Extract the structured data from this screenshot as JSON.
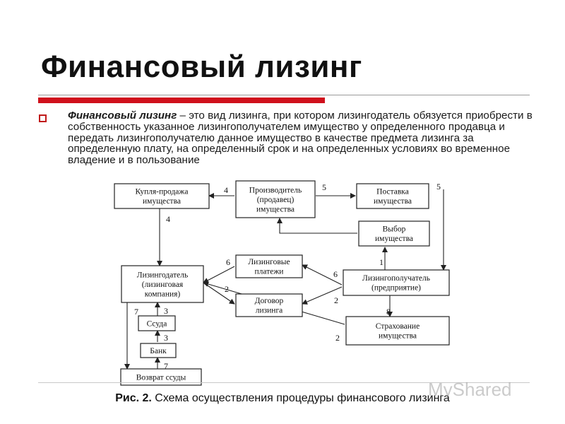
{
  "slide": {
    "title": "Финансовый лизинг",
    "definition_term": "Финансовый лизинг",
    "definition_text": " – это вид лизинга, при котором лизингодатель обязуется приобрести в собственность указанное лизингополучателем имущество у определенного продавца и передать лизингополучателю данное имущество в качестве предмета лизинга за определенную плату, на определенный срок и на определенных условиях во временное владение и в пользование",
    "caption_label": "Рис. 2.",
    "caption_text": " Схема осуществления процедуры финансового лизинга",
    "watermark": "MyShared"
  },
  "diagram": {
    "nodes": [
      {
        "id": "purchase",
        "lines": [
          "Купля-продажа",
          "имущества"
        ]
      },
      {
        "id": "manufacturer",
        "lines": [
          "Производитель",
          "(продавец)",
          "имущества"
        ]
      },
      {
        "id": "supply",
        "lines": [
          "Поставка",
          "имущества"
        ]
      },
      {
        "id": "choice",
        "lines": [
          "Выбор",
          "имущества"
        ]
      },
      {
        "id": "lessor",
        "lines": [
          "Лизингодатель",
          "(лизинговая",
          "компания)"
        ]
      },
      {
        "id": "payments",
        "lines": [
          "Лизинговые",
          "платежи"
        ]
      },
      {
        "id": "lessee",
        "lines": [
          "Лизингополучатель",
          "(предприятие)"
        ]
      },
      {
        "id": "contract",
        "lines": [
          "Договор",
          "лизинга"
        ]
      },
      {
        "id": "insurance",
        "lines": [
          "Страхование",
          "имущества"
        ]
      },
      {
        "id": "loan",
        "lines": [
          "Ссуда"
        ]
      },
      {
        "id": "bank",
        "lines": [
          "Банк"
        ]
      },
      {
        "id": "repayment",
        "lines": [
          "Возврат ссуды"
        ]
      }
    ],
    "edge_labels": [
      "4",
      "5",
      "5",
      "4",
      "1",
      "6",
      "6",
      "2",
      "2",
      "2",
      "8",
      "3",
      "3",
      "7",
      "7"
    ]
  }
}
